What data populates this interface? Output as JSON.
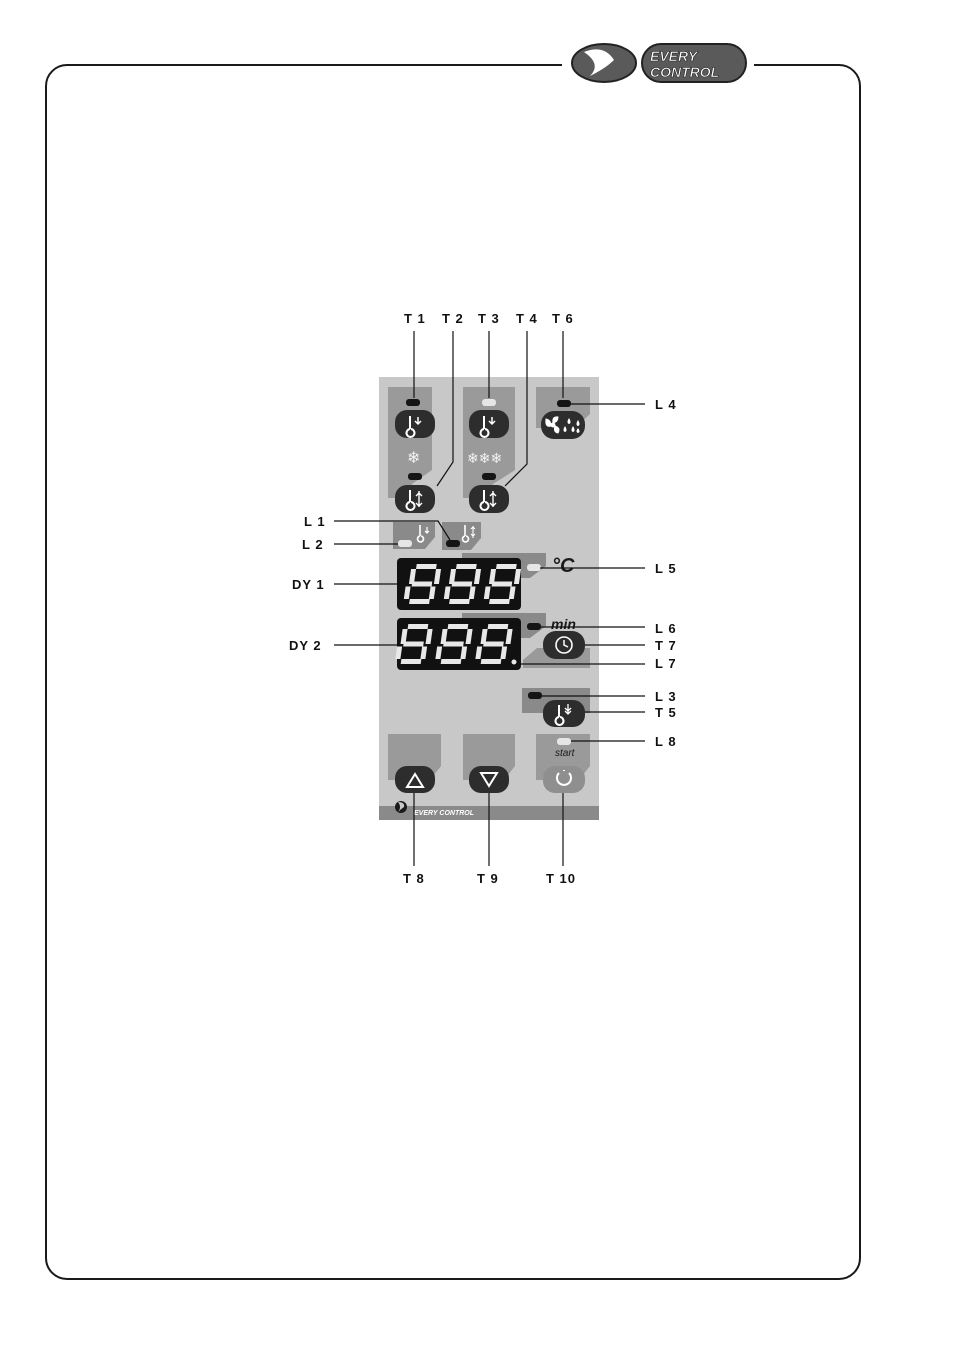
{
  "brand": {
    "logo_text_line1": "EVERY",
    "logo_text_line2": "CONTROL",
    "panel_footer": "EVERY CONTROL"
  },
  "panel": {
    "unit_celsius": "°C",
    "unit_min": "min",
    "start_label": "start",
    "display1_digits": "888",
    "display2_digits": "888"
  },
  "callouts": {
    "T1": "T 1",
    "T2": "T 2",
    "T3": "T 3",
    "T4": "T 4",
    "T6": "T 6",
    "L4": "L 4",
    "L1": "L 1",
    "L2": "L 2",
    "L5": "L 5",
    "DY1": "DY 1",
    "DY2": "DY 2",
    "L6": "L 6",
    "T7": "T 7",
    "L7": "L 7",
    "L3": "L 3",
    "T5": "T 5",
    "L8": "L 8",
    "T8": "T 8",
    "T9": "T 9",
    "T10": "T 10"
  },
  "colors": {
    "panel_bg": "#c8c8c8",
    "panel_dark": "#8a8a8a",
    "button": "#2d2d2d",
    "display_bg": "#111111",
    "led_off": "#cfcfcf"
  }
}
